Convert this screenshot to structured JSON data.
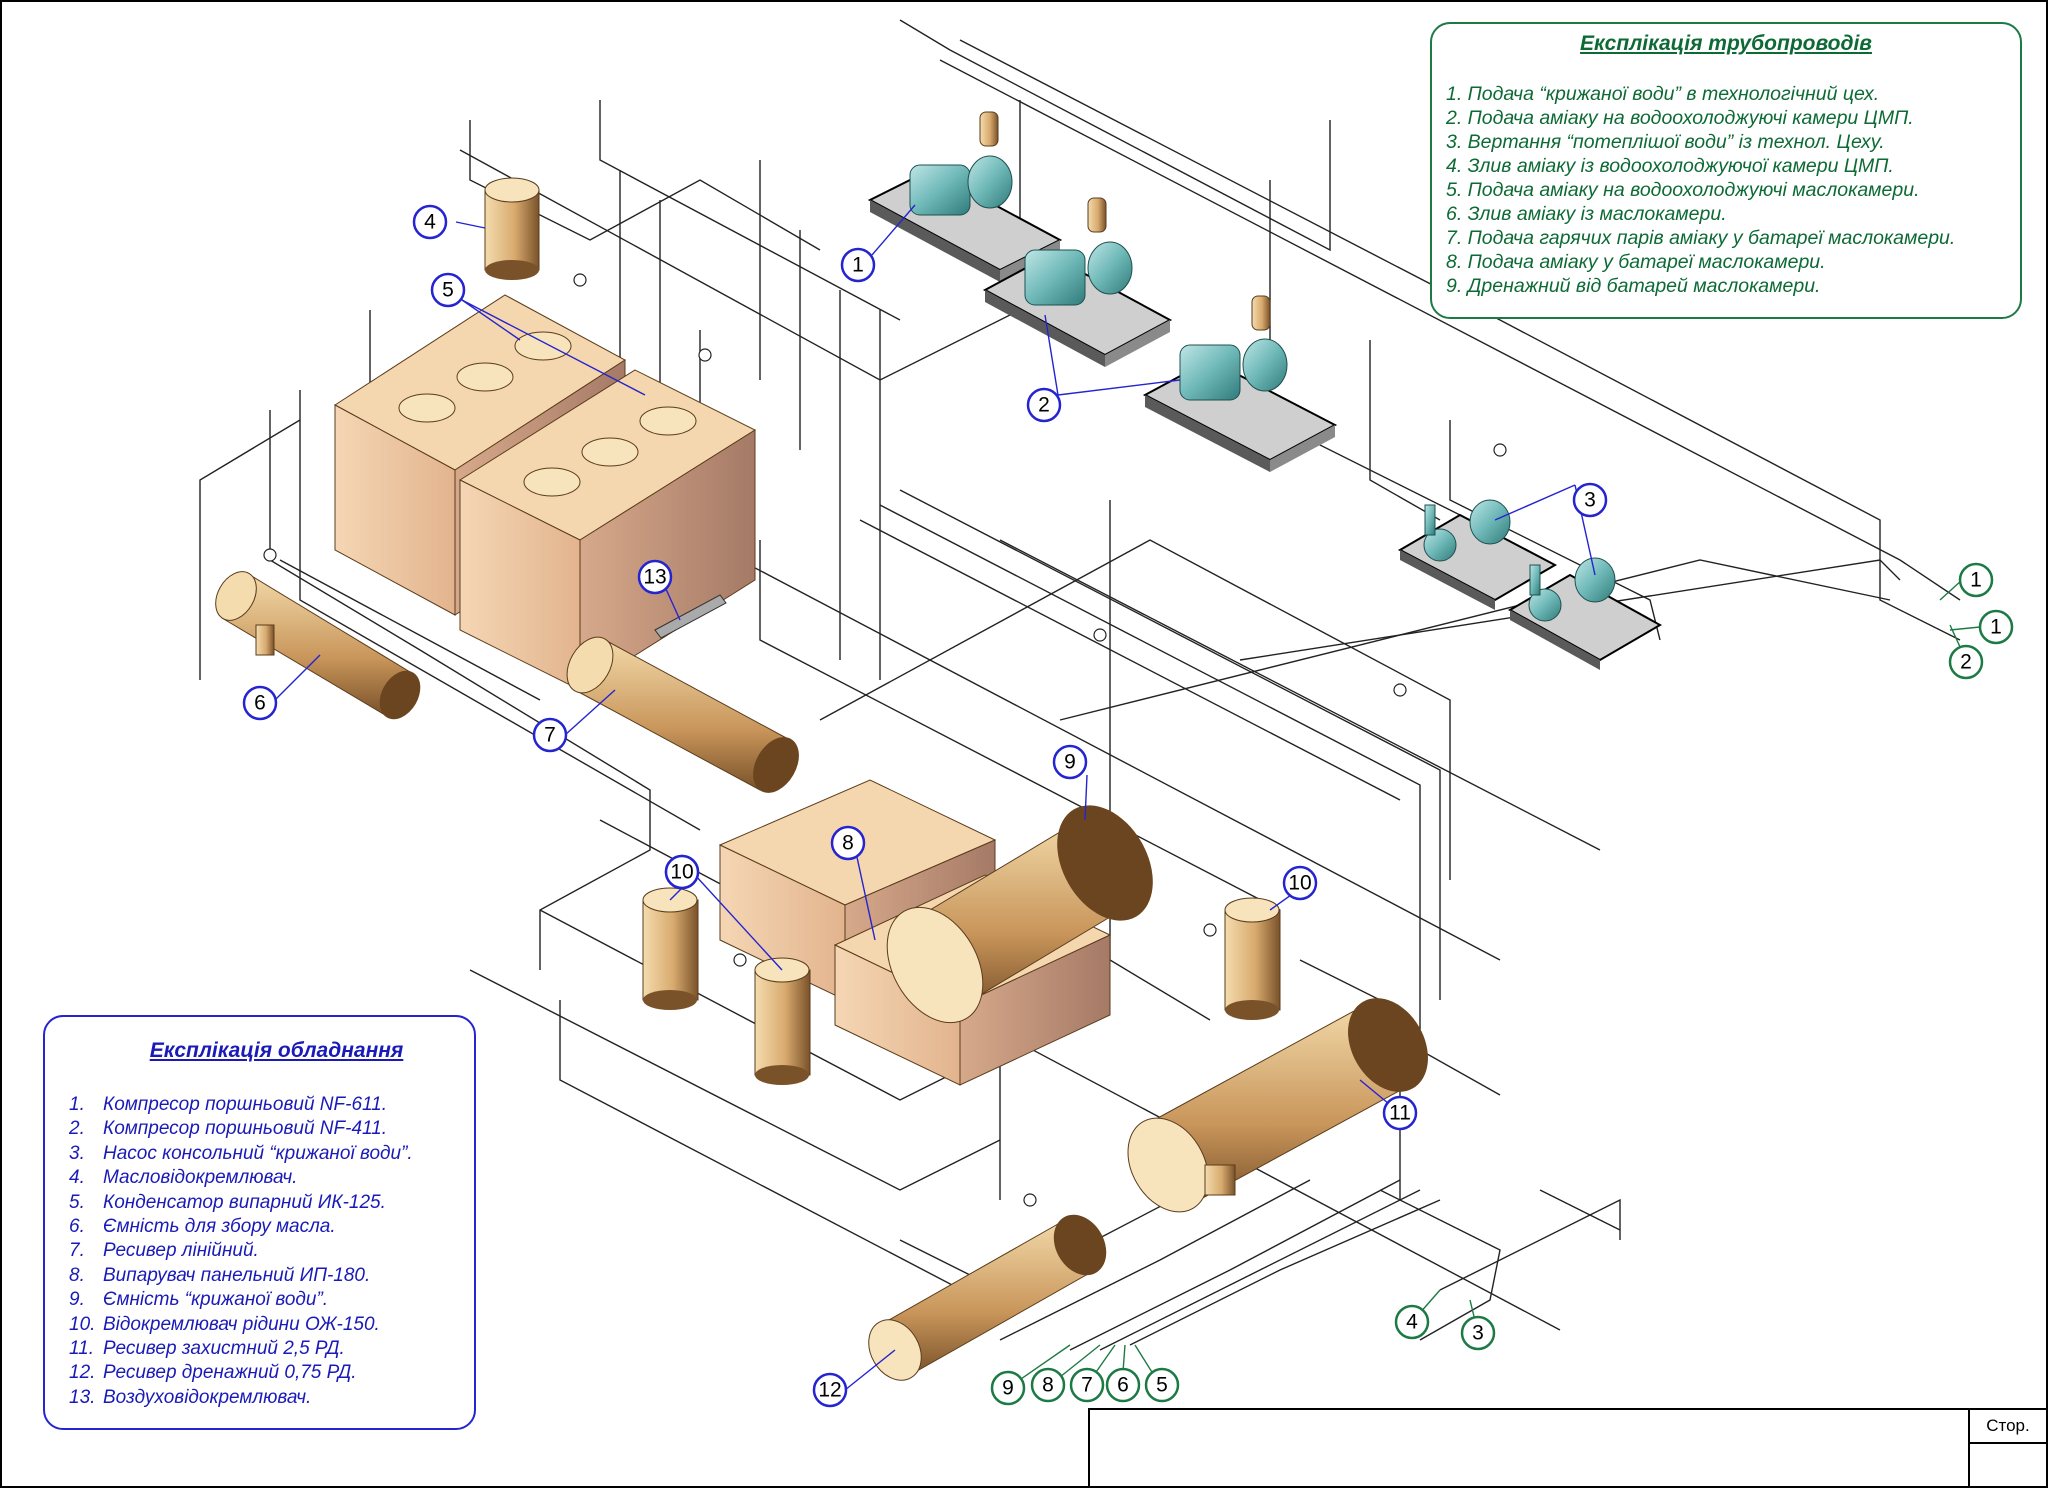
{
  "pipe_legend": {
    "title": "Експлікація трубопроводів",
    "items": [
      "1.  Подача “крижаної води” в технологічний цех.",
      "2. Подача аміаку на водоохолоджуючі камери ЦМП.",
      "3. Вертання “потеплішої води” із технол. Цеху.",
      "4. Злив аміаку із водоохолоджуючої камери ЦМП.",
      "5. Подача аміаку на водоохолоджуючі маслокамери.",
      "6. Злив аміаку із маслокамери.",
      "7. Подача гарячих парів аміаку у батареї маслокамери.",
      "8. Подача аміаку у батареї маслокамери.",
      "9. Дренажний від батарей маслокамери."
    ]
  },
  "equipment_legend": {
    "title": "Експлікація обладнання",
    "items": [
      {
        "num": "1.",
        "text": "Компресор поршньовий NF-611."
      },
      {
        "num": "2.",
        "text": "Компресор поршньовий NF-411."
      },
      {
        "num": "3.",
        "text": "Насос консольний “крижаної води”."
      },
      {
        "num": "4.",
        "text": "Масловідокремлювач."
      },
      {
        "num": "5.",
        "text": "Конденсатор випарний ИК-125."
      },
      {
        "num": "6.",
        "text": "Ємність для збору масла."
      },
      {
        "num": "7.",
        "text": "Ресивер лінійний."
      },
      {
        "num": "8.",
        "text": "Випарувач панельний ИП-180."
      },
      {
        "num": "9.",
        "text": "Ємність “крижаної води”."
      },
      {
        "num": "10.",
        "text": "Відокремлювач рідини ОЖ-150."
      },
      {
        "num": "11.",
        "text": "Ресивер захистний 2,5 РД."
      },
      {
        "num": "12.",
        "text": "Ресивер дренажний 0,75 РД."
      },
      {
        "num": "13.",
        "text": "Воздуховідокремлювач."
      }
    ]
  },
  "title_block": {
    "page_label": "Стор."
  },
  "equipment_callouts": [
    "1",
    "2",
    "3",
    "4",
    "5",
    "6",
    "7",
    "8",
    "9",
    "10",
    "10",
    "10",
    "11",
    "12",
    "13"
  ],
  "pipe_callouts": [
    "1",
    "1",
    "2",
    "3",
    "4",
    "5",
    "6",
    "7",
    "8",
    "9"
  ],
  "colors": {
    "equipment_callout": "#2424d0",
    "pipe_callout": "#1d7a45",
    "vessel_tan": "#e9c690",
    "vessel_dark": "#8a6236",
    "machine_teal": "#6fb8b8",
    "base_plate": "#c8c8c8"
  }
}
